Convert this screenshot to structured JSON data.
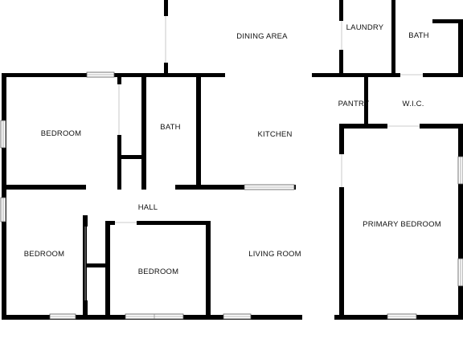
{
  "plan": {
    "rooms": [
      {
        "id": "dining",
        "label": "DINING AREA"
      },
      {
        "id": "laundry",
        "label": "LAUNDRY"
      },
      {
        "id": "bath-top",
        "label": "BATH"
      },
      {
        "id": "pantry",
        "label": "PANTRY"
      },
      {
        "id": "wic",
        "label": "W.I.C."
      },
      {
        "id": "bedroom-nw",
        "label": "BEDROOM"
      },
      {
        "id": "bath-mid",
        "label": "BATH"
      },
      {
        "id": "kitchen",
        "label": "KITCHEN"
      },
      {
        "id": "hall",
        "label": "HALL"
      },
      {
        "id": "primary-bedroom",
        "label": "PRIMARY BEDROOM"
      },
      {
        "id": "bedroom-sw",
        "label": "BEDROOM"
      },
      {
        "id": "bedroom-center",
        "label": "BEDROOM"
      },
      {
        "id": "living-room",
        "label": "LIVING ROOM"
      }
    ],
    "colors": {
      "wall": "#000000",
      "background": "#ffffff",
      "label": "#111111"
    }
  }
}
